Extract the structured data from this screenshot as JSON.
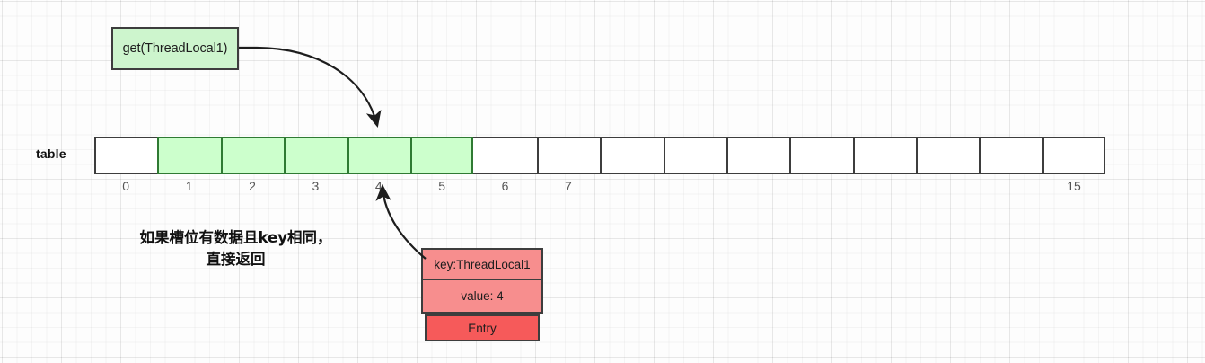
{
  "diagram": {
    "title": "ThreadLocalMap get lookup",
    "colors": {
      "green_fill": "#ccffcc",
      "green_border": "#2f7a33",
      "call_box_fill": "#cdf5cd",
      "entry_field_fill": "#f78e8e",
      "entry_title_fill": "#f65a5a",
      "stroke": "#3d3d3d"
    }
  },
  "call_box": {
    "label": "get(ThreadLocal1)"
  },
  "table": {
    "label": "table",
    "cell_count": 16,
    "filled_indices": [
      1,
      2,
      3,
      4,
      5
    ],
    "index_labels": [
      "0",
      "1",
      "2",
      "3",
      "4",
      "5",
      "6",
      "7",
      "",
      "",
      "",
      "",
      "",
      "",
      "",
      "15"
    ],
    "target_index": 4
  },
  "note": {
    "line1": "如果槽位有数据且key相同，",
    "line2": "直接返回"
  },
  "entry": {
    "key": "key:ThreadLocal1",
    "value": "value: 4",
    "title": "Entry"
  },
  "arrows": [
    {
      "name": "call-to-slot",
      "from": "get(ThreadLocal1)",
      "to": "table slot 4"
    },
    {
      "name": "entry-to-slot",
      "from": "Entry",
      "to": "table slot 4"
    }
  ]
}
